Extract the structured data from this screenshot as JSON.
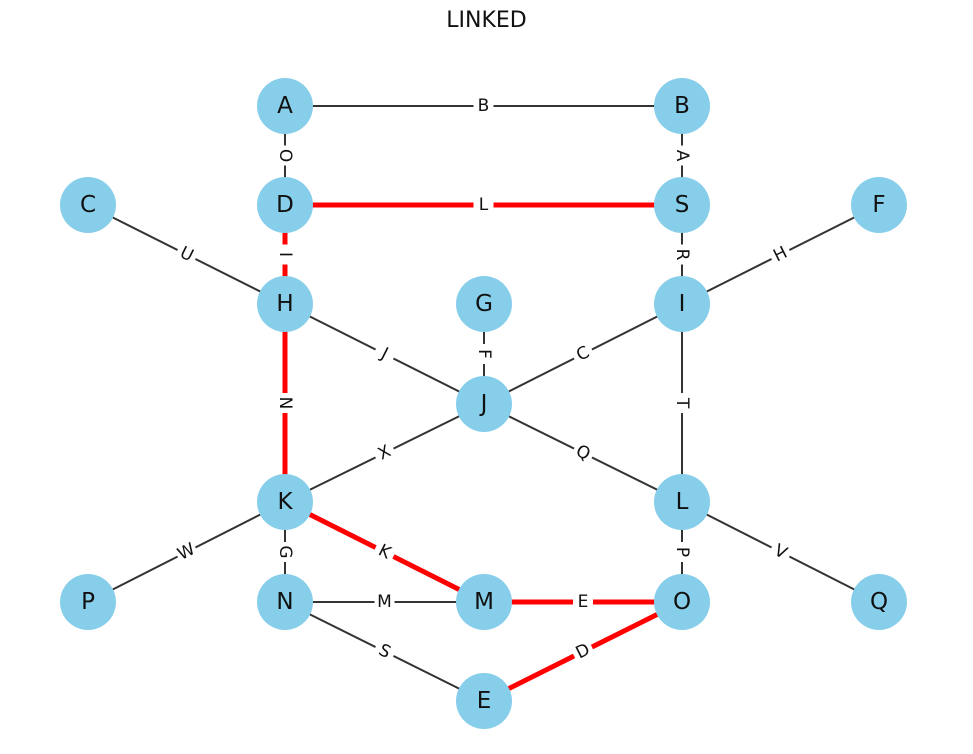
{
  "title": "LINKED",
  "colors": {
    "node_fill": "#87ceeb",
    "edge": "#333333",
    "highlight": "#ff0000",
    "text": "#111111",
    "background": "#ffffff"
  },
  "nodes": [
    {
      "id": "A"
    },
    {
      "id": "B"
    },
    {
      "id": "C"
    },
    {
      "id": "D"
    },
    {
      "id": "S"
    },
    {
      "id": "F"
    },
    {
      "id": "H"
    },
    {
      "id": "G"
    },
    {
      "id": "I"
    },
    {
      "id": "J"
    },
    {
      "id": "K"
    },
    {
      "id": "L"
    },
    {
      "id": "P"
    },
    {
      "id": "N"
    },
    {
      "id": "M"
    },
    {
      "id": "O"
    },
    {
      "id": "Q"
    },
    {
      "id": "E"
    }
  ],
  "edges": [
    {
      "source": "A",
      "target": "B",
      "label": "B",
      "highlighted": false
    },
    {
      "source": "A",
      "target": "D",
      "label": "O",
      "highlighted": false
    },
    {
      "source": "B",
      "target": "S",
      "label": "A",
      "highlighted": false
    },
    {
      "source": "D",
      "target": "S",
      "label": "L",
      "highlighted": true
    },
    {
      "source": "D",
      "target": "H",
      "label": "I",
      "highlighted": true
    },
    {
      "source": "C",
      "target": "H",
      "label": "U",
      "highlighted": false
    },
    {
      "source": "S",
      "target": "I",
      "label": "R",
      "highlighted": false
    },
    {
      "source": "F",
      "target": "I",
      "label": "H",
      "highlighted": false
    },
    {
      "source": "H",
      "target": "J",
      "label": "J",
      "highlighted": false
    },
    {
      "source": "H",
      "target": "K",
      "label": "N",
      "highlighted": true
    },
    {
      "source": "G",
      "target": "J",
      "label": "F",
      "highlighted": false
    },
    {
      "source": "I",
      "target": "J",
      "label": "C",
      "highlighted": false
    },
    {
      "source": "I",
      "target": "L",
      "label": "T",
      "highlighted": false
    },
    {
      "source": "J",
      "target": "K",
      "label": "X",
      "highlighted": false
    },
    {
      "source": "J",
      "target": "L",
      "label": "Q",
      "highlighted": false
    },
    {
      "source": "K",
      "target": "P",
      "label": "W",
      "highlighted": false
    },
    {
      "source": "K",
      "target": "N",
      "label": "G",
      "highlighted": false
    },
    {
      "source": "K",
      "target": "M",
      "label": "K",
      "highlighted": true
    },
    {
      "source": "L",
      "target": "O",
      "label": "P",
      "highlighted": false
    },
    {
      "source": "L",
      "target": "Q",
      "label": "V",
      "highlighted": false
    },
    {
      "source": "N",
      "target": "M",
      "label": "M",
      "highlighted": false
    },
    {
      "source": "N",
      "target": "E",
      "label": "S",
      "highlighted": false
    },
    {
      "source": "M",
      "target": "O",
      "label": "E",
      "highlighted": true
    },
    {
      "source": "O",
      "target": "E",
      "label": "D",
      "highlighted": true
    }
  ]
}
